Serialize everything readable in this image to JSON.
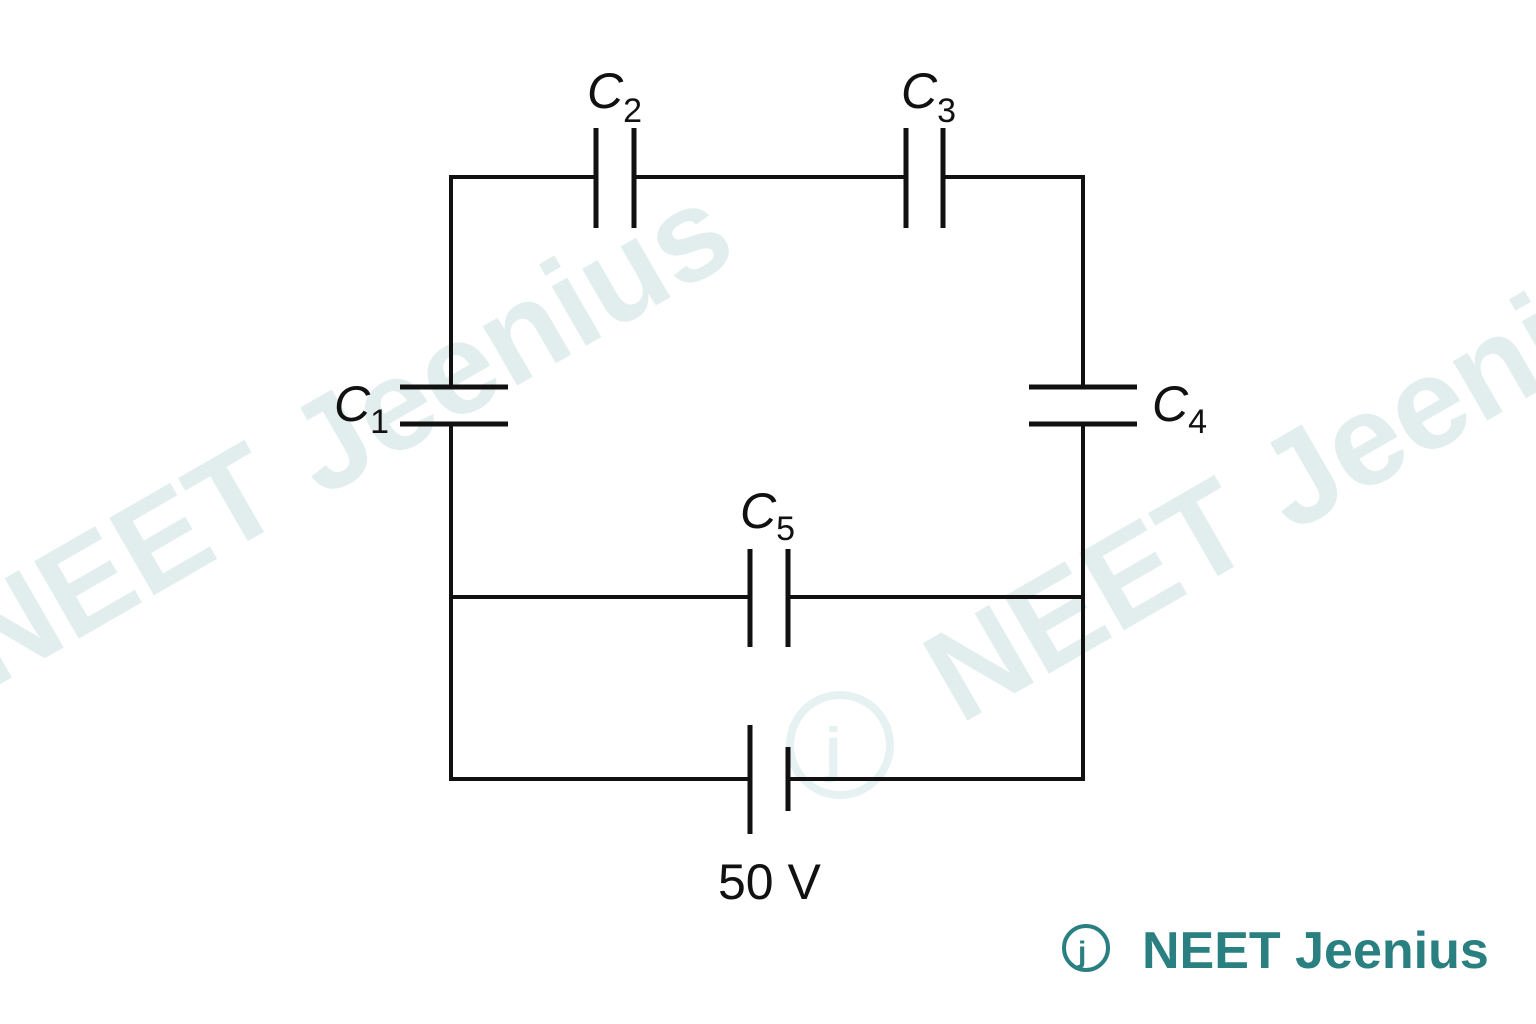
{
  "labels": {
    "c1": {
      "main": "C",
      "sub": "1"
    },
    "c2": {
      "main": "C",
      "sub": "2"
    },
    "c3": {
      "main": "C",
      "sub": "3"
    },
    "c4": {
      "main": "C",
      "sub": "4"
    },
    "c5": {
      "main": "C",
      "sub": "5"
    },
    "battery": "50 V"
  },
  "watermark": {
    "text": "NEET Jeenius"
  },
  "brand": {
    "text": "NEET Jeenius",
    "color": "#2a7f80"
  }
}
